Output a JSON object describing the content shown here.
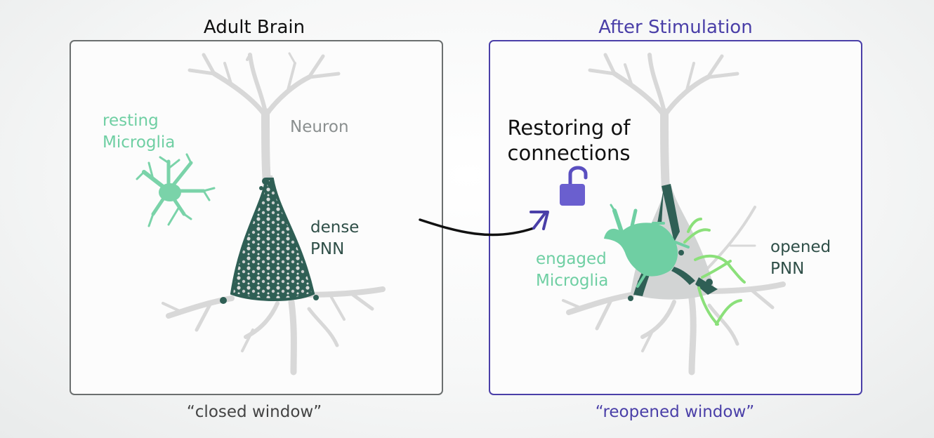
{
  "colors": {
    "left_frame": "#6b6f6f",
    "right_frame": "#4a3fa8",
    "microglia": "#6fcfa3",
    "pnn": "#2f5f55",
    "neuron": "#dcdcdc",
    "lock": "#6a5fcf",
    "new_connection": "#8be07a"
  },
  "left_panel": {
    "title": "Adult Brain",
    "subtitle": "“closed window”",
    "labels": {
      "microglia": "resting\nMicroglia",
      "neuron": "Neuron",
      "pnn": "dense\nPNN"
    }
  },
  "right_panel": {
    "title": "After Stimulation",
    "subtitle": "“reopened window”",
    "labels": {
      "microglia": "engaged\nMicroglia",
      "pnn": "opened\nPNN"
    }
  },
  "transition": {
    "text": "Restoring of\nconnections",
    "icon": "unlock-icon"
  }
}
